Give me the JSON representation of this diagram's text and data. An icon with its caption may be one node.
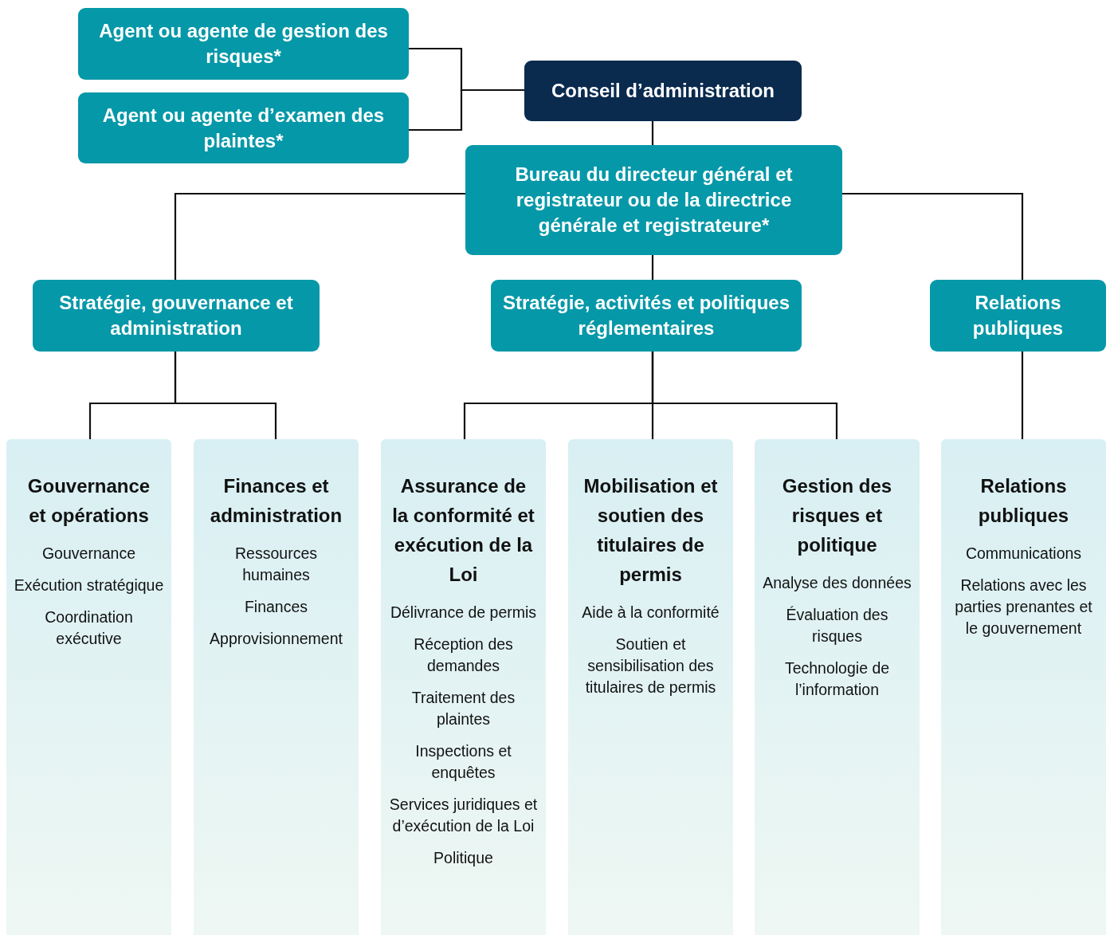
{
  "diagram": {
    "nodes": [
      {
        "text": [
          "Agent ou agente de gestion des risques*"
        ]
      },
      {
        "text": [
          "Agent ou agente d’examen des plaintes*"
        ]
      },
      {
        "text": [
          "Conseil d’administration"
        ]
      },
      {
        "text": [
          "Bureau du directeur général et registrateur ou de la directrice générale et registrateure*"
        ]
      },
      {
        "text": [
          "Stratégie, gouvernance et administration"
        ]
      },
      {
        "text": [
          "Stratégie, activités et politiques réglementaires"
        ]
      },
      {
        "text": [
          "Relations publiques"
        ]
      },
      {
        "text": [
          "Gouvernance et opérations",
          "Gouvernance",
          "Exécution stratégique",
          "Coordination exécutive"
        ]
      },
      {
        "text": [
          "Finances et administration",
          "Ressources humaines",
          "Finances",
          "Approvisionnement"
        ]
      },
      {
        "text": [
          "Assurance de la conformité et exécution de la Loi",
          "Délivrance de permis",
          "Réception des demandes",
          "Traitement des plaintes",
          "Inspections et enquêtes",
          "Services juridiques et d’exécution de la Loi",
          "Politique"
        ]
      },
      {
        "text": [
          "Mobilisation et soutien des titulaires de permis",
          "Aide à la conformité",
          "Soutien et sensibilisation des titulaires de permis"
        ]
      },
      {
        "text": [
          "Gestion des risques et politique",
          "Analyse des données",
          "Évaluation des risques",
          "Technologie de l’information"
        ]
      },
      {
        "text": [
          "Relations publiques",
          "Communications",
          "Relations avec les parties prenantes et le gouvernement"
        ]
      }
    ],
    "edges": [
      {
        "from": 2,
        "to": 0,
        "arrow": "none"
      },
      {
        "from": 2,
        "to": 1,
        "arrow": "none"
      },
      {
        "from": 2,
        "to": 3,
        "arrow": "none"
      },
      {
        "from": 3,
        "to": 4,
        "arrow": "none"
      },
      {
        "from": 3,
        "to": 5,
        "arrow": "none"
      },
      {
        "from": 3,
        "to": 6,
        "arrow": "none"
      },
      {
        "from": 4,
        "to": 7,
        "arrow": "none"
      },
      {
        "from": 4,
        "to": 8,
        "arrow": "none"
      },
      {
        "from": 5,
        "to": 9,
        "arrow": "none"
      },
      {
        "from": 5,
        "to": 10,
        "arrow": "none"
      },
      {
        "from": 5,
        "to": 11,
        "arrow": "none"
      },
      {
        "from": 6,
        "to": 12,
        "arrow": "none"
      }
    ]
  }
}
